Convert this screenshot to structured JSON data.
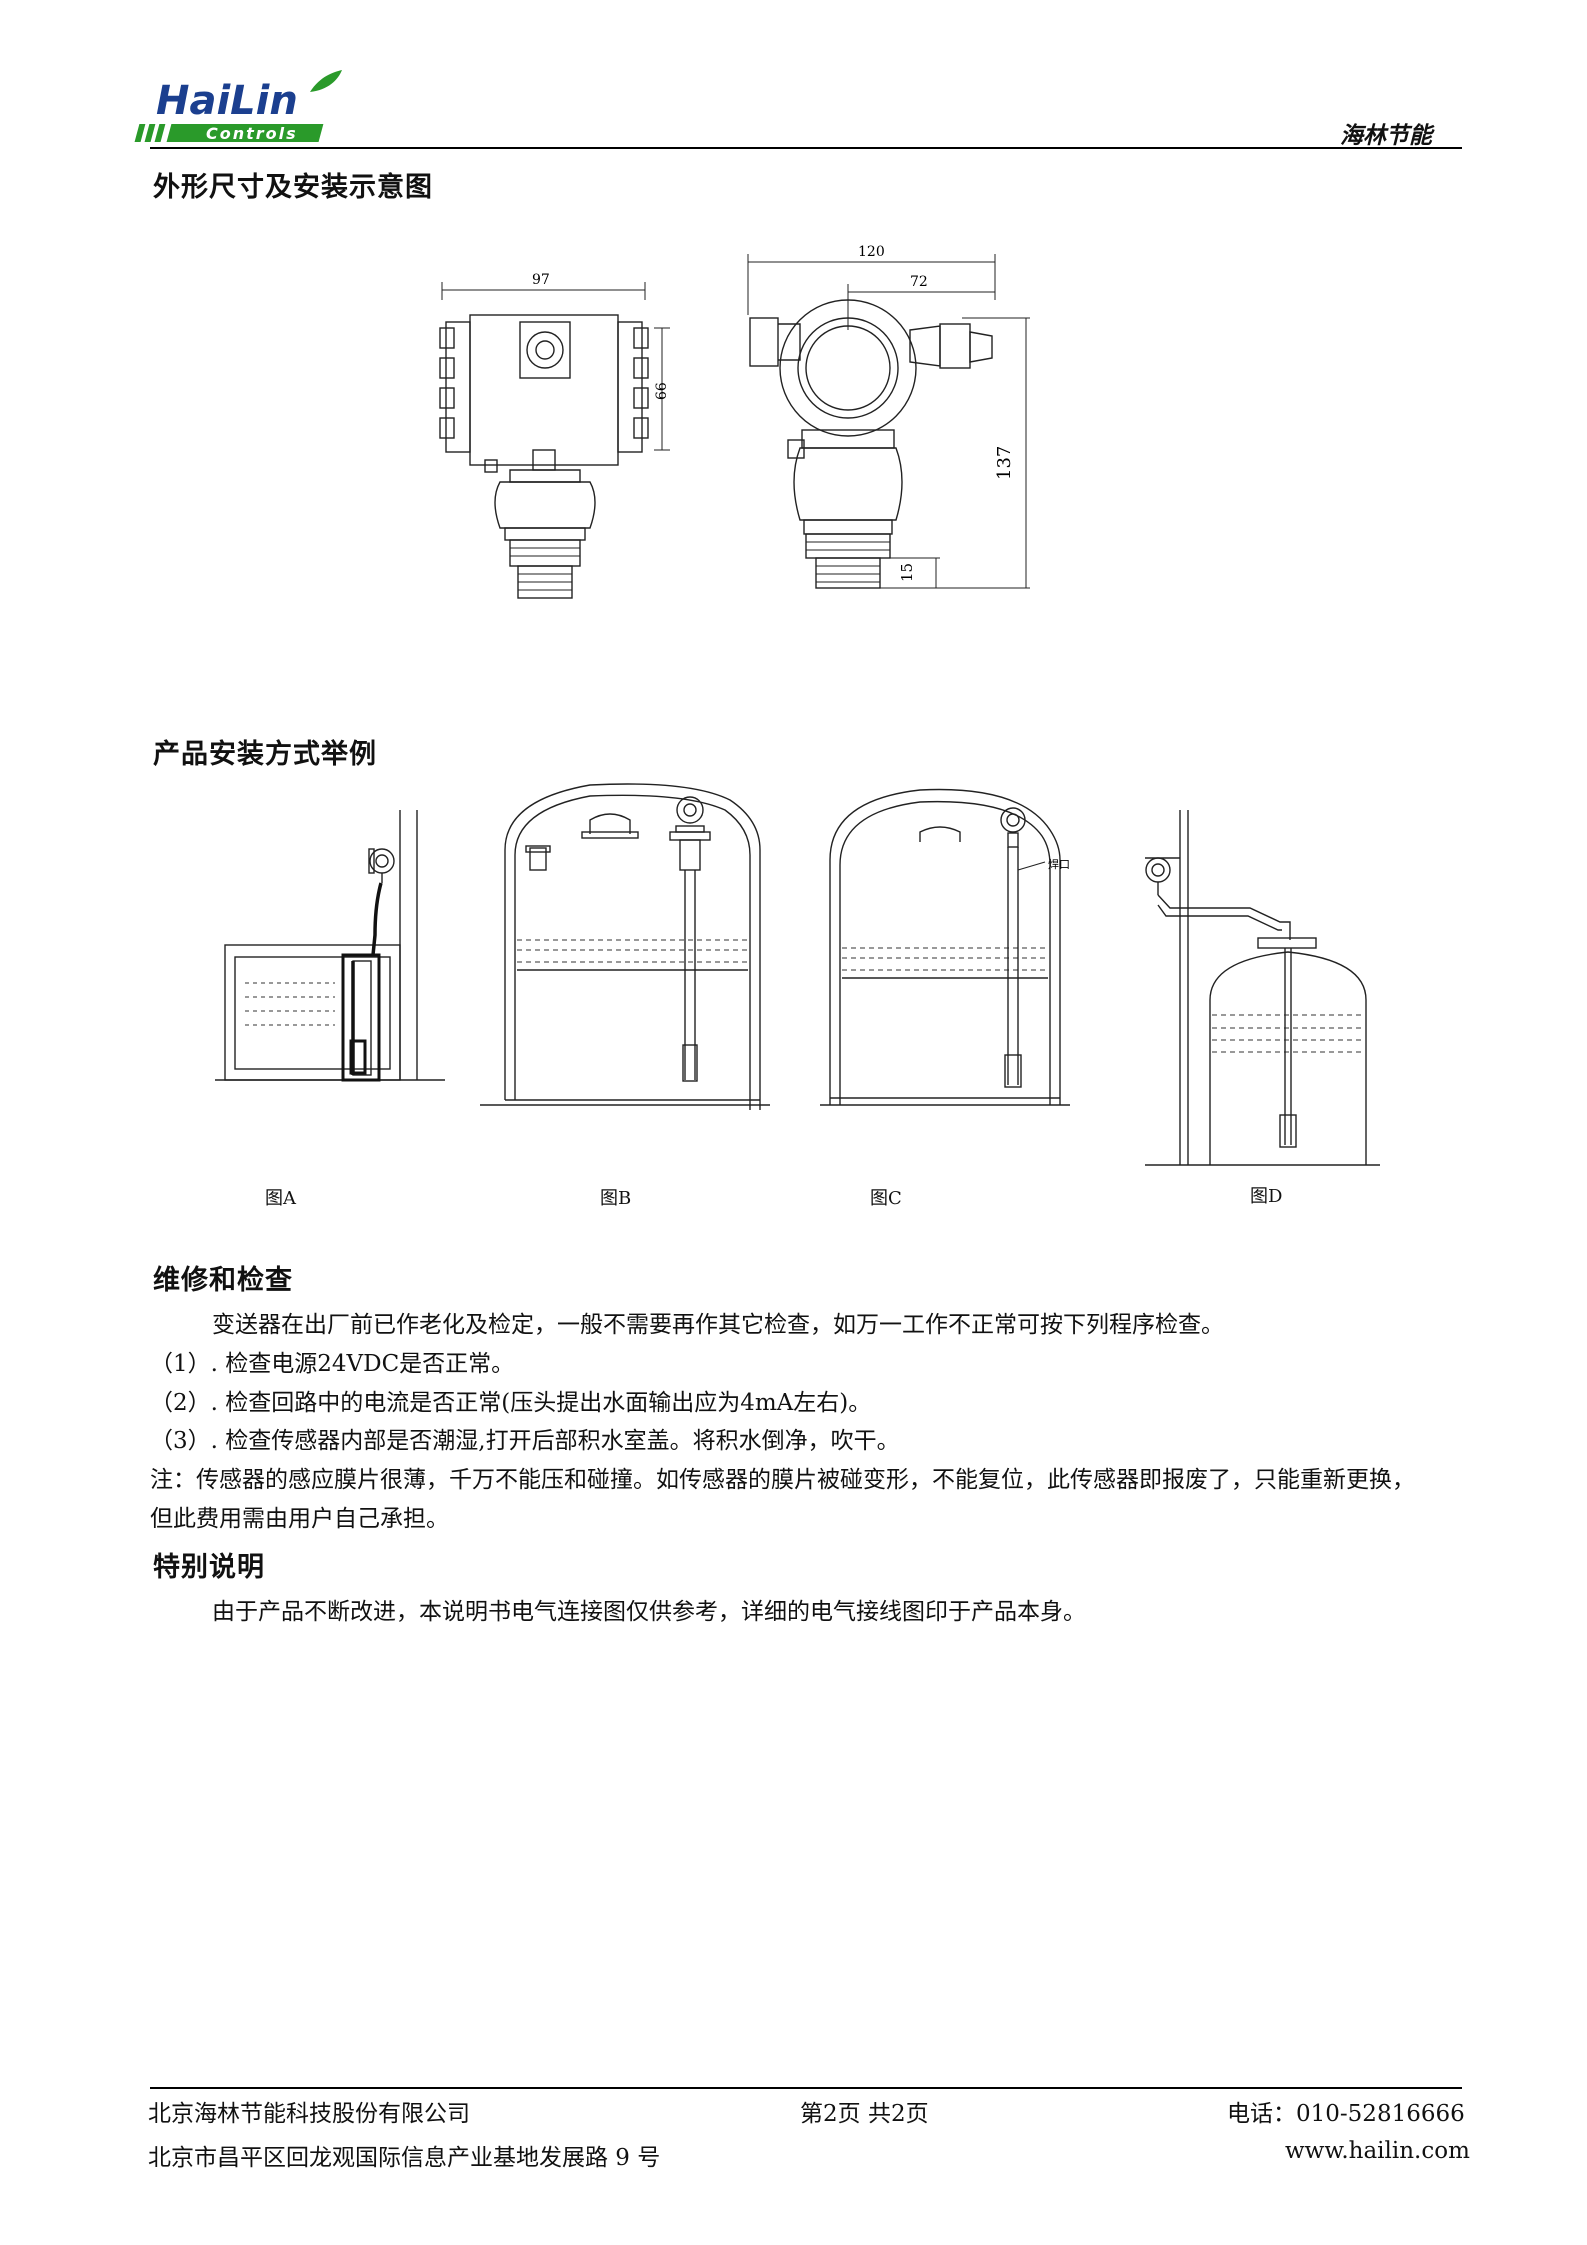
{
  "header": {
    "logo_top": "HaiLin",
    "logo_bottom": "Controls",
    "company_right": "海林节能",
    "brand_green": "#2a9a2a",
    "brand_blue": "#1b3f8f"
  },
  "section1": {
    "title": "外形尺寸及安装示意图",
    "dims_left": {
      "width": "97",
      "height": "66"
    },
    "dims_right": {
      "width": "120",
      "offset": "72",
      "height": "137",
      "thread": "15"
    }
  },
  "section2": {
    "title": "产品安装方式举例",
    "figures": [
      "图A",
      "图B",
      "图C",
      "图D"
    ],
    "fig_c_note": "焊口"
  },
  "section3": {
    "title": "维修和检查",
    "intro": "变送器在出厂前已作老化及检定，一般不需要再作其它检查，如万一工作不正常可按下列程序检查。",
    "steps": [
      "（1）. 检查电源24VDC是否正常。",
      "（2）. 检查回路中的电流是否正常(压头提出水面输出应为4mA左右)。",
      "（3）. 检查传感器内部是否潮湿,打开后部积水室盖。将积水倒净，吹干。"
    ],
    "note_line1": "注：传感器的感应膜片很薄，千万不能压和碰撞。如传感器的膜片被碰变形，不能复位，此传感器即报废了，只能重新更换，",
    "note_line2": "但此费用需由用户自己承担。"
  },
  "section4": {
    "title": "特别说明",
    "body": "由于产品不断改进，本说明书电气连接图仅供参考，详细的电气接线图印于产品本身。"
  },
  "footer": {
    "company": "北京海林节能科技股份有限公司",
    "page": "第2页  共2页",
    "phone": "电话：010-52816666",
    "address": "北京市昌平区回龙观国际信息产业基地发展路 9 号",
    "website": "www.hailin.com"
  }
}
